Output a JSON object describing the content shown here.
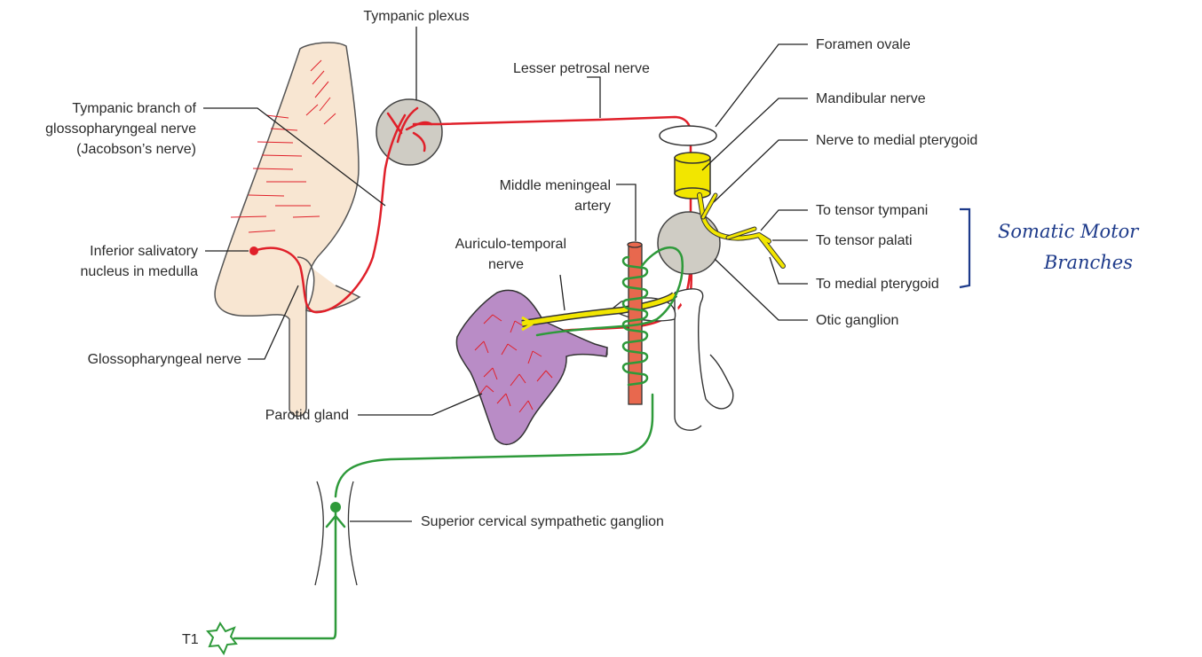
{
  "labels": {
    "tympanic_plexus": "Tympanic plexus",
    "lesser_petrosal": "Lesser petrosal nerve",
    "foramen_ovale": "Foramen ovale",
    "mandibular_nerve": "Mandibular nerve",
    "nerve_medial_pterygoid": "Nerve to medial pterygoid",
    "tympanic_branch_1": "Tympanic branch of",
    "tympanic_branch_2": "glossopharyngeal nerve",
    "tympanic_branch_3": "(Jacobson’s nerve)",
    "middle_meningeal_1": "Middle meningeal",
    "middle_meningeal_2": "artery",
    "to_tensor_tympani": "To tensor tympani",
    "to_tensor_palati": "To tensor palati",
    "to_medial_pterygoid": "To medial pterygoid",
    "auriculo_1": "Auriculo-temporal",
    "auriculo_2": "nerve",
    "inferior_salivatory_1": "Inferior salivatory",
    "inferior_salivatory_2": "nucleus in medulla",
    "otic_ganglion": "Otic ganglion",
    "glossopharyngeal": "Glossopharyngeal nerve",
    "parotid_gland": "Parotid gland",
    "superior_cervical": "Superior cervical sympathetic ganglion",
    "t1": "T1"
  },
  "annotation": {
    "line1": "Somatic Motor",
    "line2": "Branches"
  },
  "colors": {
    "parasympathetic": "#e0202a",
    "sympathetic": "#2e9a3a",
    "motor": "#f2e600",
    "brainstem": "#f8e6d2",
    "parotid": "#b98cc6",
    "ganglion": "#cfccc4",
    "artery": "#e8684e",
    "annotation_ink": "#1d3a8a"
  }
}
